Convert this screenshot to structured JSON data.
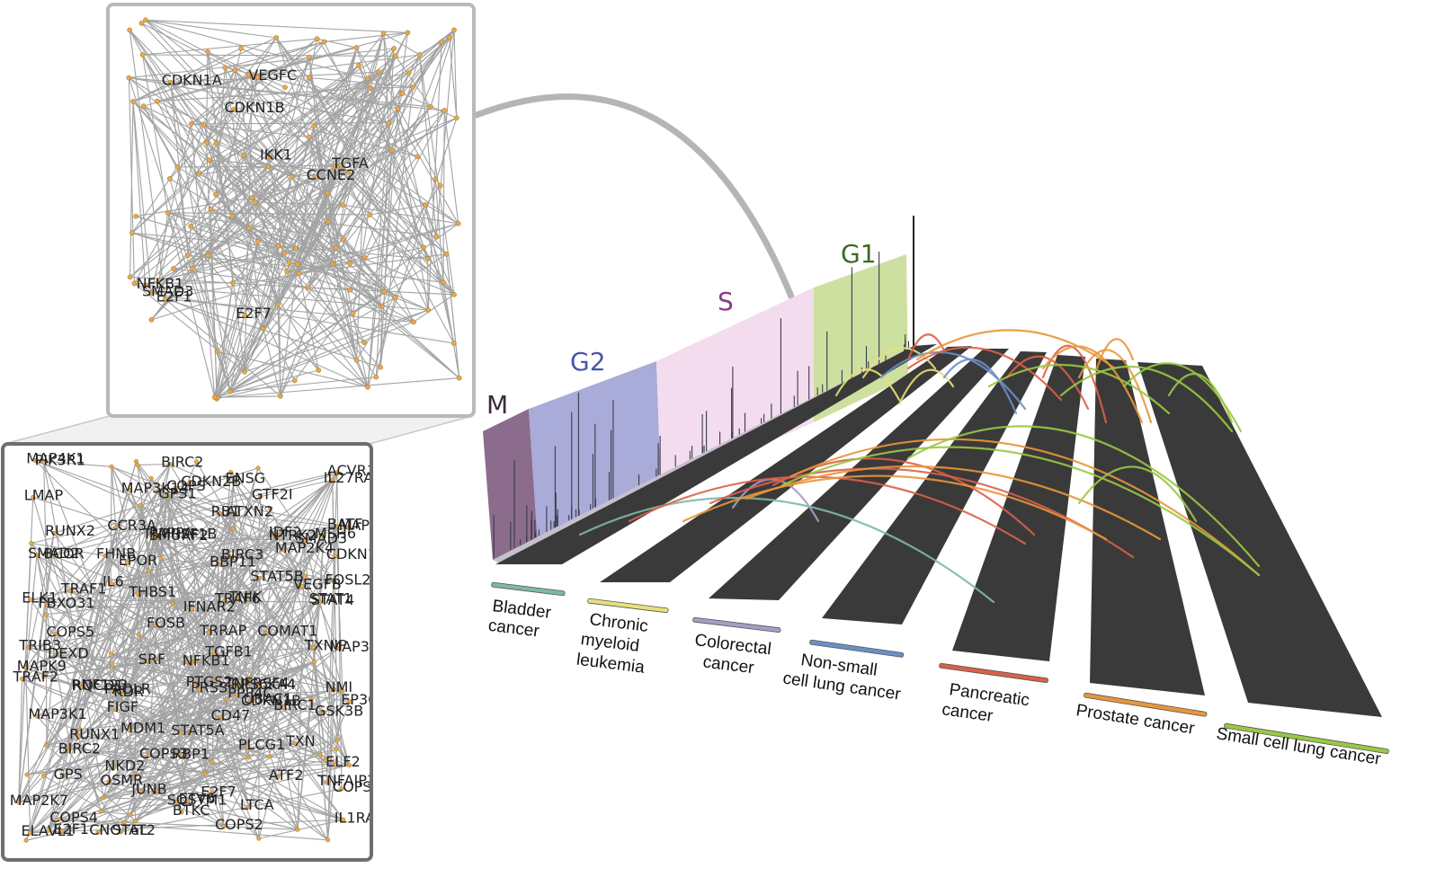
{
  "phases": [
    {
      "key": "M",
      "label": "M",
      "color": "#3b2a3d"
    },
    {
      "key": "G2",
      "label": "G2",
      "color": "#4a55a8"
    },
    {
      "key": "S",
      "label": "S",
      "color": "#8a3a8a"
    },
    {
      "key": "G1",
      "label": "G1",
      "color": "#3a6a26"
    }
  ],
  "cancers": [
    {
      "key": "bladder",
      "lines": [
        "Bladder",
        "cancer"
      ],
      "color": "#7fb8a8"
    },
    {
      "key": "cml",
      "lines": [
        "Chronic",
        "myeloid",
        "leukemia"
      ],
      "color": "#e8e07a"
    },
    {
      "key": "colorectal",
      "lines": [
        "Colorectal",
        "cancer"
      ],
      "color": "#a89cc8"
    },
    {
      "key": "nsclc",
      "lines": [
        "Non-small",
        "cell lung cancer"
      ],
      "color": "#6a8fc8"
    },
    {
      "key": "pancreatic",
      "lines": [
        "Pancreatic",
        "cancer"
      ],
      "color": "#d9604a"
    },
    {
      "key": "prostate",
      "lines": [
        "Prostate cancer"
      ],
      "color": "#e8963a"
    },
    {
      "key": "sclc",
      "lines": [
        "Small cell lung cancer"
      ],
      "color": "#9ac844"
    }
  ],
  "top_network_labels": [
    "SMAD3",
    "E2F1",
    "E2F7",
    "CCNE2",
    "CDKN1A",
    "NFKB1",
    "TGFA",
    "CDKN1B",
    "IKK1",
    "VEGFC"
  ],
  "bottom_network_labels": [
    "SMAD3",
    "E2F7",
    "IFNAR2",
    "ELF2",
    "E2F1",
    "GPS1",
    "MAP3K10",
    "FOSL2",
    "PAOLR",
    "NKD2",
    "BATF",
    "PTGS2",
    "TNFRSF1B",
    "MAP2K7",
    "EP300",
    "IDF2",
    "EPOR",
    "LMAP",
    "RBP1",
    "TGFB1",
    "TRIB3",
    "GPS",
    "RQCD1",
    "PAPPA",
    "PLCG1",
    "BIRC2",
    "SRF",
    "RB1",
    "MSH6",
    "PRSS",
    "CNOT6L",
    "COPS3",
    "CDKN2B",
    "RUNX1",
    "ATF2",
    "CD47",
    "BTKC",
    "SMURF2",
    "TNIK",
    "ATXN2",
    "MAP2K4",
    "PPP4C",
    "COPS",
    "MAP4K1",
    "COPS5",
    "OSMR",
    "BCOR",
    "TXN",
    "NFKB1",
    "MAP3K8",
    "JUNB",
    "SQSTM1",
    "MAPK9",
    "RPS6KA4",
    "MAP3K1",
    "CCR3A",
    "BIRC3",
    "FOSB",
    "LTCA",
    "GSK3B",
    "CDKN1B",
    "RNF123",
    "BBP11",
    "IL6",
    "COMAT1",
    "ACVR1C",
    "KDR",
    "TXNIP",
    "TNFRSF4",
    "DEXD",
    "MDM1",
    "ELAVL1",
    "FBXO31",
    "FHNB",
    "VEGFB",
    "BIRC2",
    "GTF2I",
    "STAT1",
    "COPS4",
    "STAT5A",
    "MAP3K14",
    "RUNX2",
    "TNFAIP3",
    "BIRC1",
    "UBAC1",
    "TRAF6",
    "TRAF2",
    "FIGF",
    "IL1RA",
    "COPS6",
    "ENSG",
    "TRRAP",
    "NMI",
    "THBS1",
    "SMAD2",
    "STAT4",
    "CDKN1",
    "STAT5B",
    "ELK1",
    "STAT2",
    "COPS2",
    "IL27RA",
    "TRAF1",
    "NTRK2",
    "ETV6",
    "PIK3R1"
  ]
}
